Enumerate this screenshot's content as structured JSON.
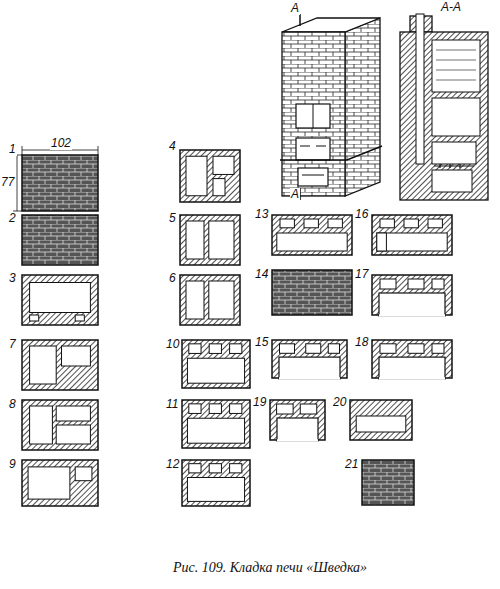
{
  "diagram": {
    "caption": "Рис. 109. Кладка печи «Шведка»",
    "labels": [
      "102",
      "77",
      "1",
      "2",
      "3",
      "4",
      "5",
      "6",
      "7",
      "8",
      "9",
      "10",
      "11",
      "12",
      "13",
      "14",
      "15",
      "16",
      "17",
      "18",
      "19",
      "20",
      "21",
      "А",
      "А",
      "А-А"
    ]
  }
}
